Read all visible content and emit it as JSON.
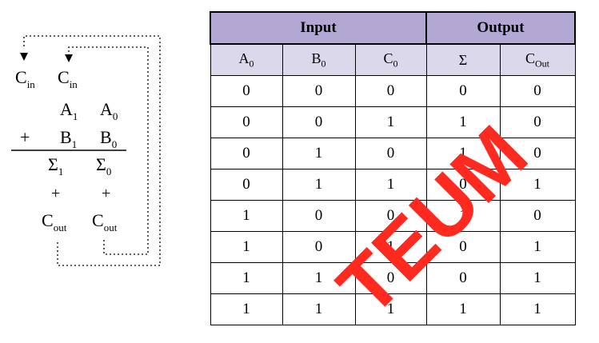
{
  "diagram": {
    "carry_in_left": "C",
    "carry_in_left_sub": "in",
    "carry_in_right": "C",
    "carry_in_right_sub": "in",
    "a1": "A",
    "a1_sub": "1",
    "a0": "A",
    "a0_sub": "0",
    "plus_sign": "+",
    "b1": "B",
    "b1_sub": "1",
    "b0": "B",
    "b0_sub": "0",
    "sum1": "Σ",
    "sum1_sub": "1",
    "sum0": "Σ",
    "sum0_sub": "0",
    "plus_left": "+",
    "plus_right": "+",
    "cout_left": "C",
    "cout_left_sub": "out",
    "cout_right": "C",
    "cout_right_sub": "out"
  },
  "table": {
    "group_headers": [
      "Input",
      "Output"
    ],
    "columns": [
      {
        "main": "A",
        "sub": "0"
      },
      {
        "main": "B",
        "sub": "0"
      },
      {
        "main": "C",
        "sub": "0"
      },
      {
        "main": "Σ",
        "sub": ""
      },
      {
        "main": "C",
        "sub": "Out"
      }
    ],
    "rows": [
      [
        "0",
        "0",
        "0",
        "0",
        "0"
      ],
      [
        "0",
        "0",
        "1",
        "1",
        "0"
      ],
      [
        "0",
        "1",
        "0",
        "1",
        "0"
      ],
      [
        "0",
        "1",
        "1",
        "0",
        "1"
      ],
      [
        "1",
        "0",
        "0",
        "1",
        "0"
      ],
      [
        "1",
        "0",
        "1",
        "0",
        "1"
      ],
      [
        "1",
        "1",
        "0",
        "0",
        "1"
      ],
      [
        "1",
        "1",
        "1",
        "1",
        "1"
      ]
    ]
  },
  "watermark": {
    "text": "TEUM",
    "color": "#ff2a1f"
  }
}
